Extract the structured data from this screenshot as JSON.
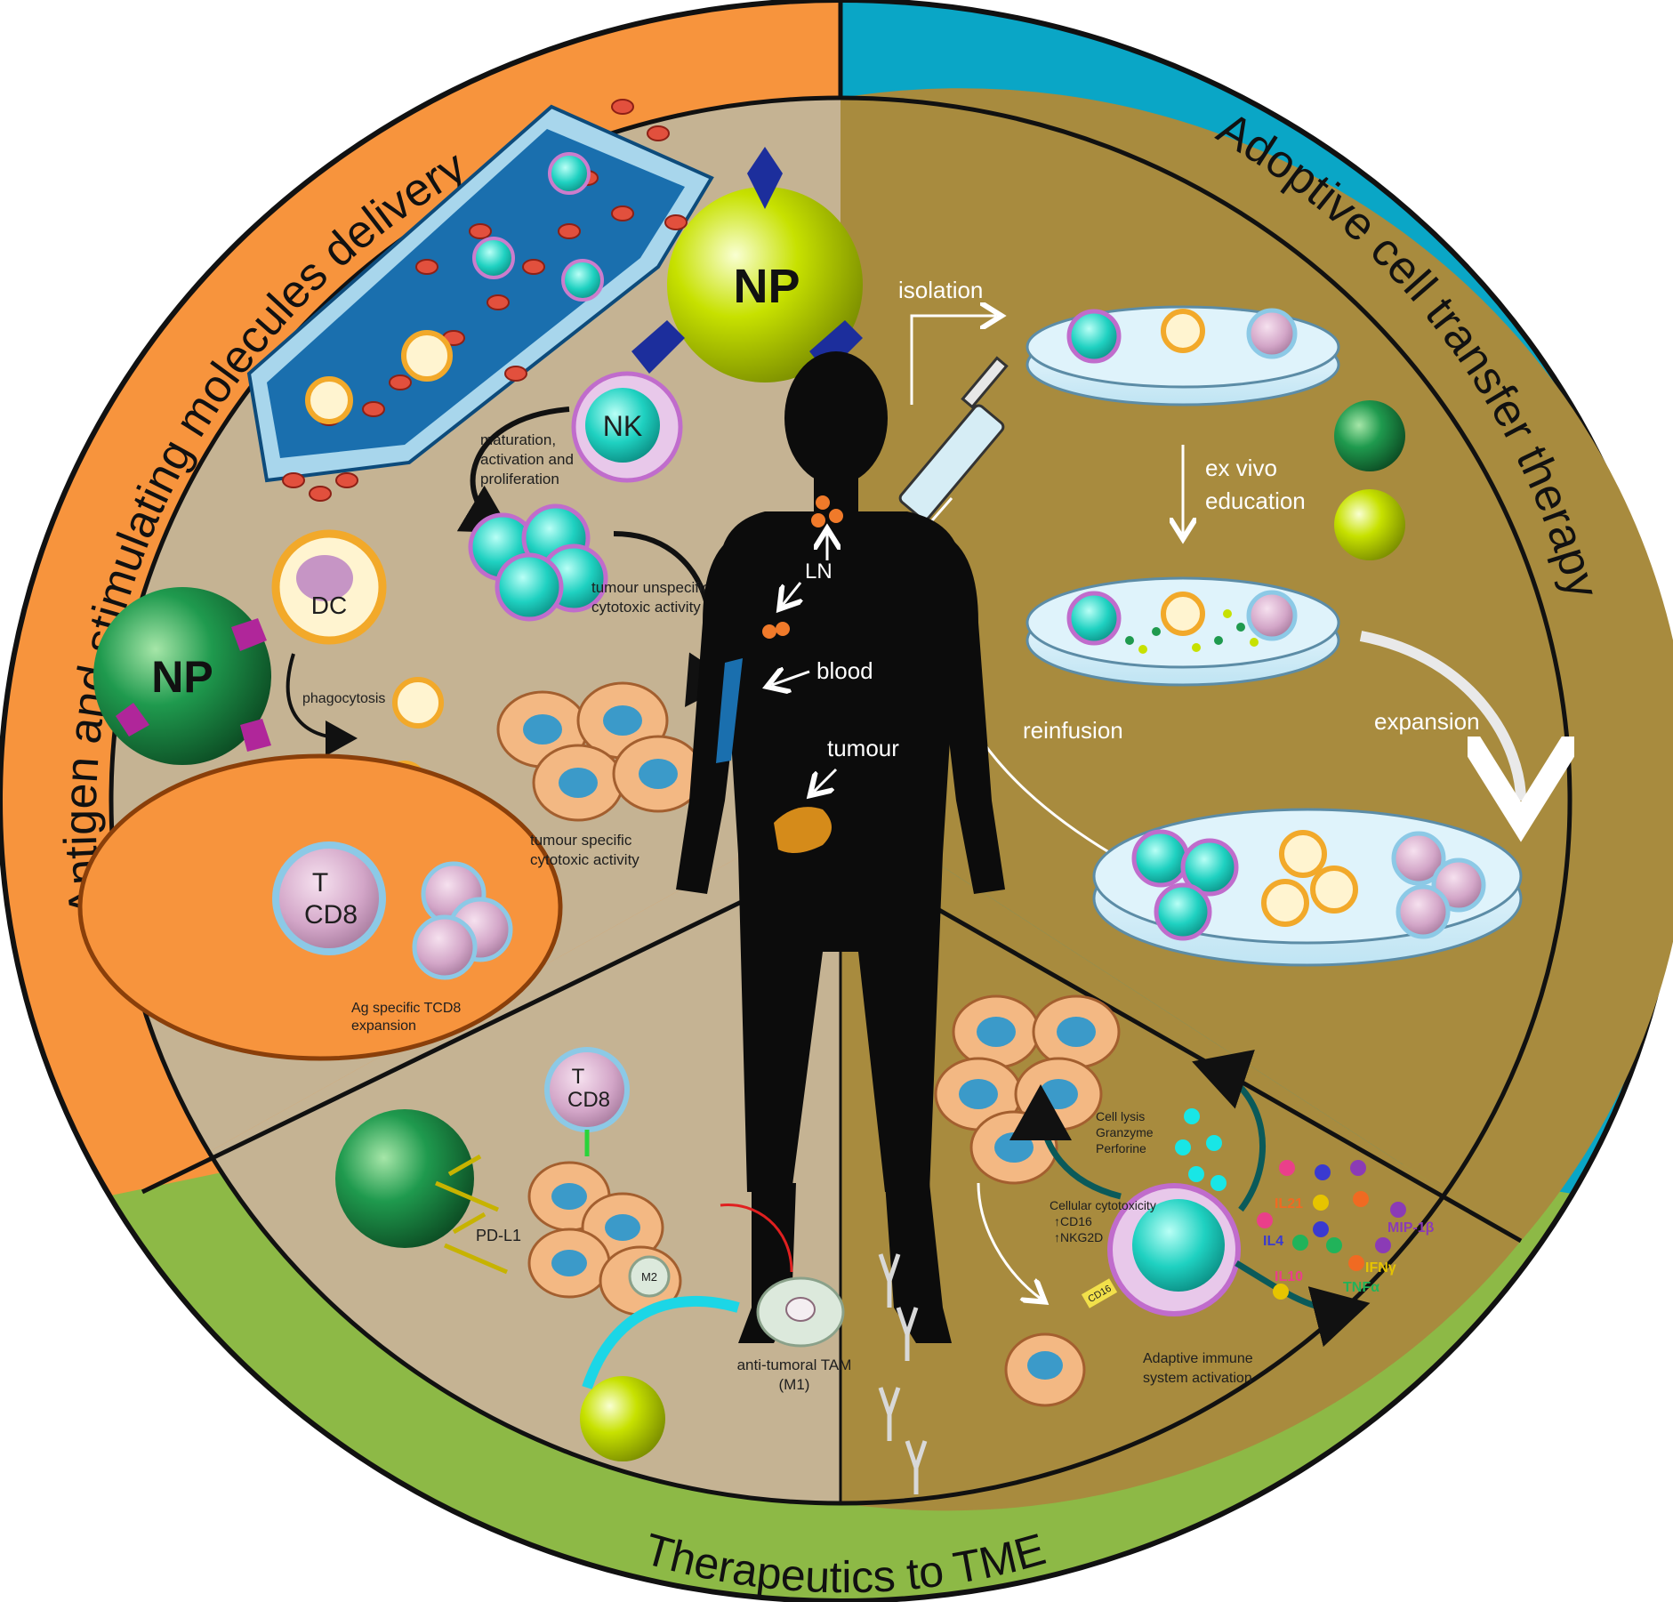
{
  "colors": {
    "orange_band": "#f7943d",
    "blue_band": "#0aa6c6",
    "green_band": "#8db946",
    "panel_tan": "#c5b393",
    "panel_olive": "#a88b3e",
    "silhouette": "#0c0c0c",
    "cyan_nucleus": "#1fd1c1",
    "tumour_cell": "#f3b883",
    "tumour_nucleus": "#3b9ac9",
    "vessel": "#1a6fae",
    "rbc": "#e2503d",
    "np_green": "#1f9a4e",
    "np_yellow": "#c7e100"
  },
  "sections": {
    "antigen_title": "Antigen and stimulating molecules delivery",
    "adoptive_title": "Adoptive cell transfer therapy",
    "tme_title": "Therapeutics to TME"
  },
  "body_labels": {
    "ln": "LN",
    "blood": "blood",
    "tumour": "tumour"
  },
  "antigen_panel": {
    "np_top": "NP",
    "np_left": "NP",
    "nk": "NK",
    "dc": "DC",
    "maturation_1": "maturation,",
    "maturation_2": "activation and",
    "maturation_3": "proliferation",
    "unspecific_1": "tumour unspecific",
    "unspecific_2": "cytotoxic activity",
    "phagocytosis": "phagocytosis",
    "specific_1": "tumour specific",
    "specific_2": "cytotoxic activity",
    "tcell_t": "T",
    "tcell_cd8": "CD8",
    "expansion_1": "Ag specific TCD8",
    "expansion_2": "expansion"
  },
  "adoptive_panel": {
    "isolation": "isolation",
    "ex_vivo_1": "ex vivo",
    "ex_vivo_2": "education",
    "reinfusion": "reinfusion",
    "expansion": "expansion"
  },
  "tme_panel": {
    "tcell_t": "T",
    "tcell_cd8": "CD8",
    "pdl1": "PD-L1",
    "m2": "M2",
    "tam_1": "anti-tumoral TAM",
    "tam_2": "(M1)",
    "lysis_1": "Cell lysis",
    "lysis_2": "Granzyme",
    "lysis_3": "Perforine",
    "cyto_1": "Cellular cytotoxicity",
    "cyto_2": "↑CD16",
    "cyto_3": "↑NKG2D",
    "cd16": "CD16",
    "adaptive_1": "Adaptive immune",
    "adaptive_2": "system activation",
    "cytokines": [
      {
        "text": "IL21",
        "color": "#f06a22"
      },
      {
        "text": "IL4",
        "color": "#3a3ad0"
      },
      {
        "text": "MIP-1β",
        "color": "#8b3bb6"
      },
      {
        "text": "IL10",
        "color": "#ea3f8a"
      },
      {
        "text": "IFNγ",
        "color": "#e6c400"
      },
      {
        "text": "TNFα",
        "color": "#21b35a"
      }
    ]
  }
}
